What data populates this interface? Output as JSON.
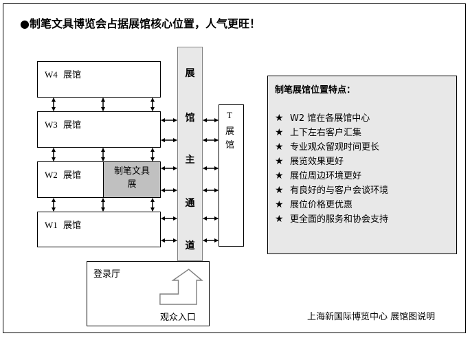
{
  "title": "●制笔文具博览会占据展馆核心位置，人气更旺！",
  "halls": [
    {
      "id": "W4",
      "code": "W4",
      "label": "展馆"
    },
    {
      "id": "W3",
      "code": "W3",
      "label": "展馆"
    },
    {
      "id": "W2",
      "code": "W2",
      "label": "展馆"
    },
    {
      "id": "W1",
      "code": "W1",
      "label": "展馆"
    }
  ],
  "pen_hall": {
    "line1": "制笔文具",
    "line2": "展"
  },
  "corridor": {
    "chars": [
      "展",
      "馆",
      "主",
      "通",
      "道"
    ]
  },
  "t_hall": {
    "code": "T",
    "chars": [
      "展",
      "馆"
    ]
  },
  "features": {
    "title": "制笔展馆位置特点：",
    "star_glyph": "★",
    "items": [
      "W2 馆在各展馆中心",
      "上下左右客户汇集",
      "专业观众留观时间更长",
      "展览效果更好",
      "展位周边环境更好",
      "有良好的与客户会谈环境",
      "展位价格更优惠",
      "更全面的服务和协会支持"
    ]
  },
  "lobby": {
    "label": "登录厅",
    "entrance": "观众入口"
  },
  "caption": "上海新国际博览中心  展馆图说明",
  "colors": {
    "corridor": "#e8e8e8",
    "pen_hall": "#c0c0c0",
    "features_bg": "#e8e8e8",
    "arrow": "#000000"
  },
  "icons": {
    "bidirectional_arrow": "double-headed-arrow-icon",
    "entrance_arrow": "bent-up-arrow-icon",
    "star": "star-icon"
  }
}
